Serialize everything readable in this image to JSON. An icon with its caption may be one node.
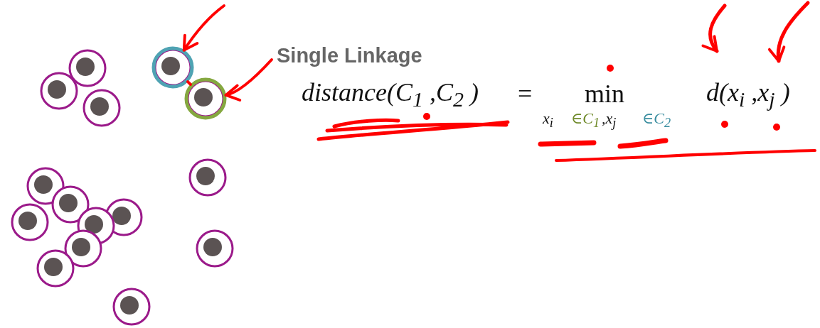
{
  "diagram": {
    "title": "Single Linkage",
    "nodes": [
      {
        "text": [],
        "shape": "circle"
      },
      {
        "text": [],
        "shape": "circle"
      },
      {
        "text": [],
        "shape": "circle"
      },
      {
        "text": [],
        "shape": "circle"
      },
      {
        "text": [],
        "shape": "circle"
      },
      {
        "text": [],
        "shape": "circle"
      },
      {
        "text": [],
        "shape": "circle"
      },
      {
        "text": [],
        "shape": "circle"
      },
      {
        "text": [],
        "shape": "circle"
      },
      {
        "text": [],
        "shape": "circle"
      },
      {
        "text": [],
        "shape": "circle"
      },
      {
        "text": [],
        "shape": "circle"
      },
      {
        "text": [],
        "shape": "circle"
      },
      {
        "text": [],
        "shape": "circle"
      },
      {
        "text": [],
        "shape": "circle"
      }
    ],
    "edges": [
      {
        "from": null,
        "to": 0,
        "arrow": "to"
      },
      {
        "from": null,
        "to": 3,
        "arrow": "to"
      },
      {
        "from": 0,
        "to": 3,
        "arrow": "none"
      }
    ],
    "labels": [
      "distance(C$_{1}$ ,C$_{2}$ )",
      "=",
      "min",
      "d(x$_{i}$ ,x$_{j}$ )",
      "x$_{i}$",
      "∈C$_{1}$",
      ",x$_{j}$",
      "∈C$_{2}$"
    ]
  }
}
